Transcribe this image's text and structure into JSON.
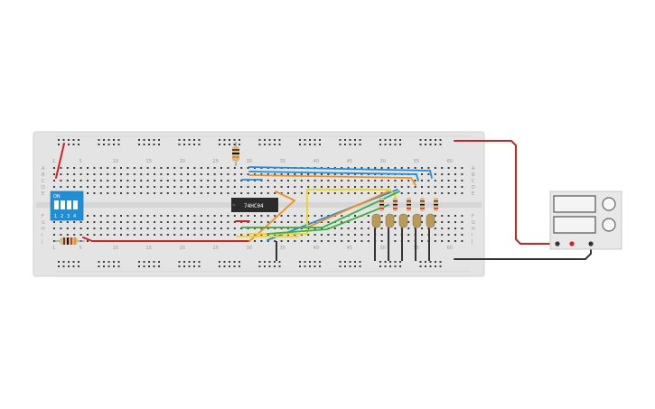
{
  "canvas": {
    "background": "#ffffff"
  },
  "breadboard": {
    "row_labels_top": [
      "A",
      "B",
      "C",
      "D",
      "E"
    ],
    "row_labels_bottom": [
      "F",
      "G",
      "H",
      "I",
      "J"
    ],
    "column_labels": [
      "1",
      "5",
      "10",
      "15",
      "20",
      "25",
      "30",
      "35",
      "40",
      "45",
      "50",
      "55",
      "60"
    ],
    "colors": {
      "board": "#e4e4e4",
      "hole": "#3a3a3a",
      "rail_red": "#d33",
      "rail_blue": "#36c"
    }
  },
  "ic_chip": {
    "label": "74HC04",
    "color": "#2b2b2b"
  },
  "dip_switch": {
    "label_on": "ON",
    "positions": [
      "1",
      "2",
      "3",
      "4"
    ],
    "color": "#1e8fd6"
  },
  "power_supply": {
    "color": "#e8e8e8"
  },
  "wire_colors": {
    "red": "#d62020",
    "orange": "#f0901a",
    "yellow": "#f3d21a",
    "green": "#3cb043",
    "blue": "#1d8fe0",
    "black": "#333333"
  },
  "leds": {
    "count": 5,
    "color": "#b89a5a"
  }
}
